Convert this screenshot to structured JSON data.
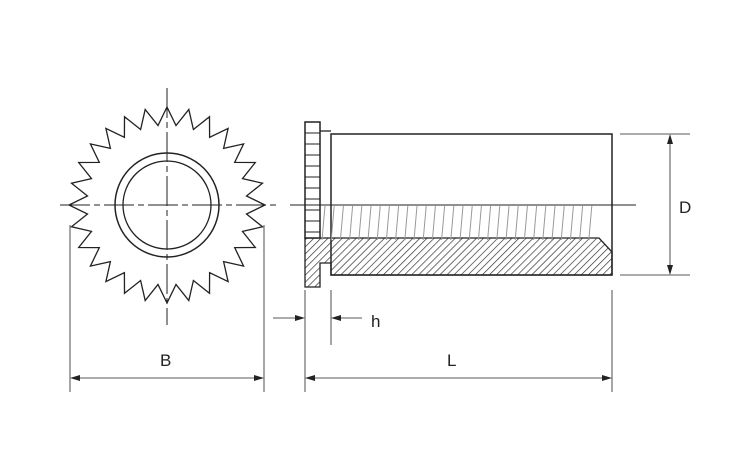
{
  "dimensions": {
    "B": "B",
    "L": "L",
    "D": "D",
    "h": "h"
  },
  "gear": {
    "teeth": 28
  },
  "colors": {
    "line": "#222222",
    "hatch": "#333333"
  }
}
